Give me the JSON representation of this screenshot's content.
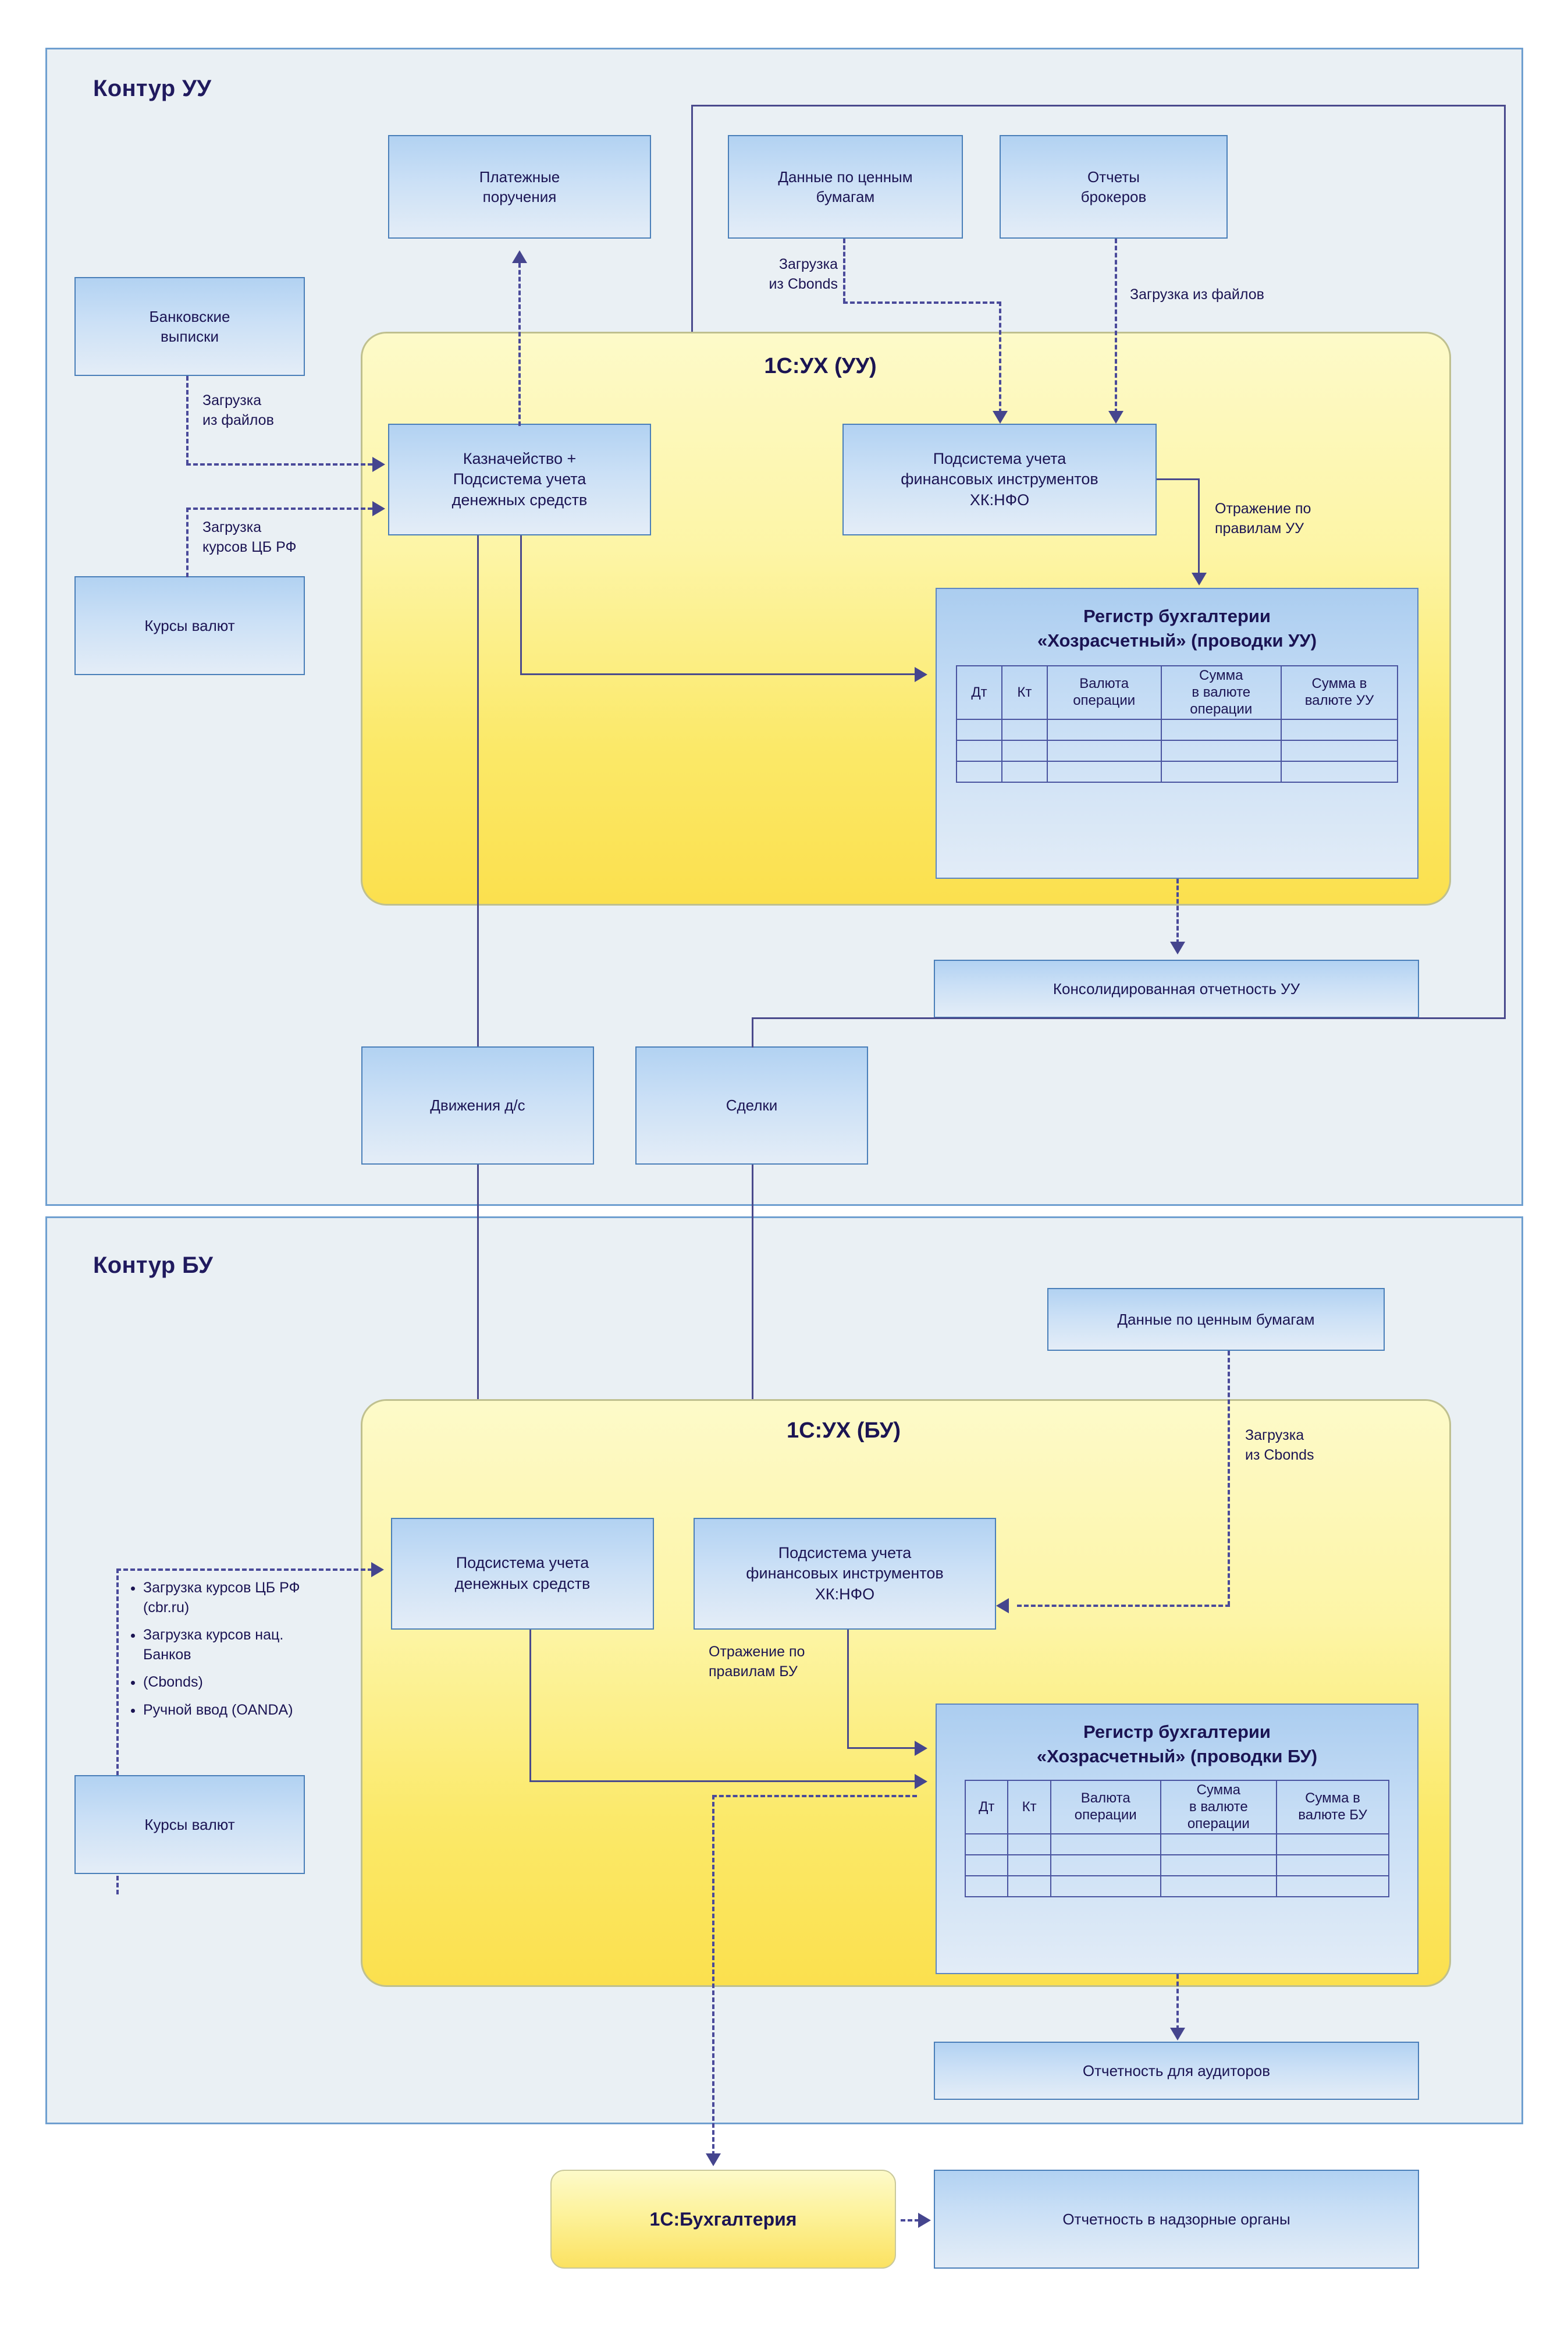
{
  "contours": {
    "uu": {
      "title": "Контур УУ"
    },
    "bu": {
      "title": "Контур БУ"
    }
  },
  "zones": {
    "uu": {
      "title": "1С:УХ (УУ)"
    },
    "bu": {
      "title": "1С:УХ (БУ)"
    }
  },
  "uu": {
    "payment_orders": "Платежные\nпоручения",
    "securities_data": "Данные по ценным\nбумагам",
    "broker_reports": "Отчеты\nброкеров",
    "bank_statements": "Банковские\nвыписки",
    "currency_rates": "Курсы валют",
    "treasury": "Казначейство +\nПодсистема учета\nденежных средств",
    "fin_instruments": "Подсистема учета\nфинансовых инструментов\nХК:НФО",
    "register_title": "Регистр бухгалтерии\n«Хозрасчетный» (проводки УУ)",
    "consolidated_report": "Консолидированная отчетность УУ",
    "cash_movements": "Движения д/с",
    "deals": "Сделки",
    "labels": {
      "load_from_cbonds": "Загрузка\nиз Cbonds",
      "load_from_files_broker": "Загрузка из файлов",
      "load_from_files_bank": "Загрузка\nиз файлов",
      "load_cbr_rates": "Загрузка\nкурсов ЦБ РФ",
      "reflection_uu": "Отражение по\nправилам УУ"
    },
    "register_columns": [
      "Дт",
      "Кт",
      "Валюта\nоперации",
      "Сумма\nв валюте\nоперации",
      "Сумма в\nвалюте УУ"
    ],
    "register_empty_rows": 3
  },
  "bu": {
    "securities_data": "Данные по ценным бумагам",
    "cash_subsystem": "Подсистема учета\nденежных средств",
    "fin_instruments": "Подсистема учета\nфинансовых инструментов\nХК:НФО",
    "register_title": "Регистр бухгалтерии\n«Хозрасчетный» (проводки БУ)",
    "currency_rates": "Курсы валют",
    "auditor_report": "Отчетность для аудиторов",
    "labels": {
      "load_from_cbonds": "Загрузка\nиз Cbonds",
      "reflection_bu": "Отражение по\nправилам БУ"
    },
    "rate_sources": [
      "Загрузка курсов ЦБ РФ (cbr.ru)",
      "Загрузка курсов нац. Банков",
      "(Cbonds)",
      "Ручной ввод (OANDA)"
    ],
    "register_columns": [
      "Дт",
      "Кт",
      "Валюта\nоперации",
      "Сумма\nв валюте\nоперации",
      "Сумма в\nвалюте БУ"
    ],
    "register_empty_rows": 3
  },
  "bottom": {
    "accounting_system": "1С:Бухгалтерия",
    "supervisory_report": "Отчетность в надзорные органы"
  },
  "colors": {
    "contour_fill": "#eaf0f4",
    "contour_border": "#6f9fd0",
    "zone_top": "#fdfac9",
    "zone_bottom": "#fbe04e",
    "box_top": "#b2d2f2",
    "box_bottom": "#e4edf7",
    "box_border": "#4a7fb9",
    "connector": "#4a4a8c",
    "text": "#1b1453"
  }
}
